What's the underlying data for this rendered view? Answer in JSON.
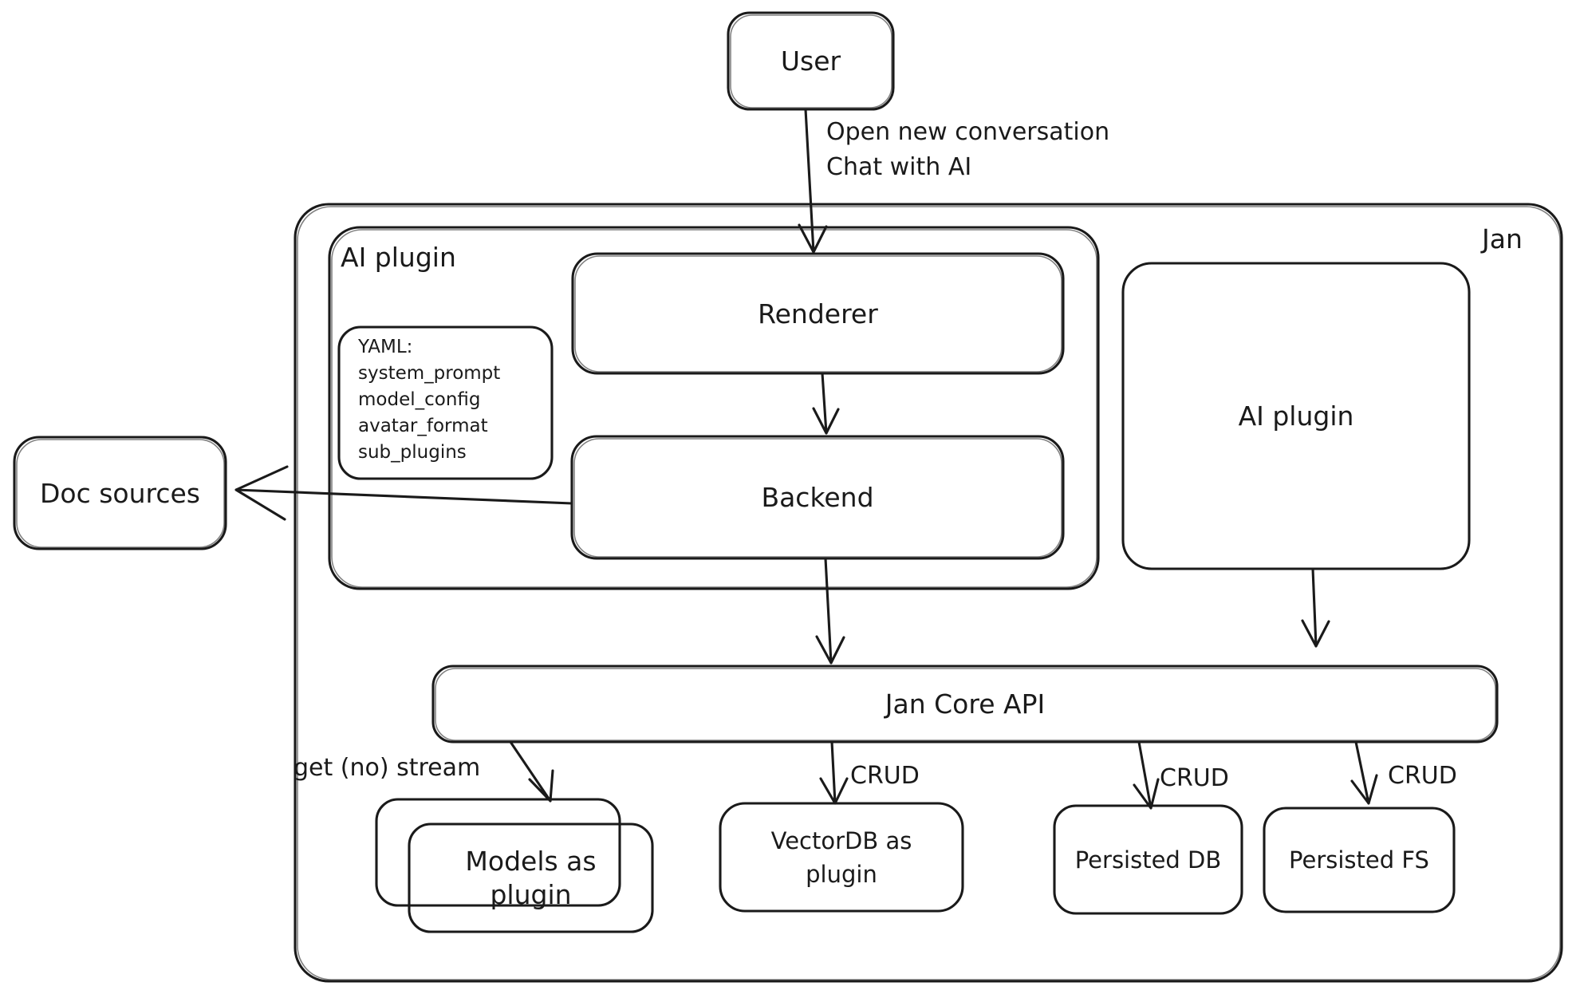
{
  "diagram": {
    "background_color": "#ffffff",
    "stroke_color": "#1a1a1a",
    "nodes": {
      "user": {
        "label": "User"
      },
      "jan_container": {
        "label": "Jan"
      },
      "ai_plugin_group": {
        "label": "AI plugin"
      },
      "renderer": {
        "label": "Renderer"
      },
      "yaml_note": {
        "lines": [
          "YAML:",
          "system_prompt",
          "model_config",
          "avatar_format",
          "sub_plugins"
        ]
      },
      "backend": {
        "label": "Backend"
      },
      "doc_sources": {
        "label": "Doc sources"
      },
      "ai_plugin_right": {
        "label": "AI plugin"
      },
      "jan_core_api": {
        "label": "Jan Core API"
      },
      "models_as_plugin": {
        "lines": [
          "Models as",
          "plugin"
        ]
      },
      "vectordb_as_plugin": {
        "lines": [
          "VectorDB as",
          "plugin"
        ]
      },
      "persisted_db": {
        "label": "Persisted DB"
      },
      "persisted_fs": {
        "label": "Persisted FS"
      }
    },
    "edges": {
      "user_to_renderer": {
        "lines": [
          "Open new conversation",
          "Chat with AI"
        ]
      },
      "api_to_models": {
        "label": "get (no) stream"
      },
      "api_to_vectordb": {
        "label": "CRUD"
      },
      "api_to_persisted_db": {
        "label": "CRUD"
      },
      "api_to_persisted_fs": {
        "label": "CRUD"
      }
    }
  }
}
